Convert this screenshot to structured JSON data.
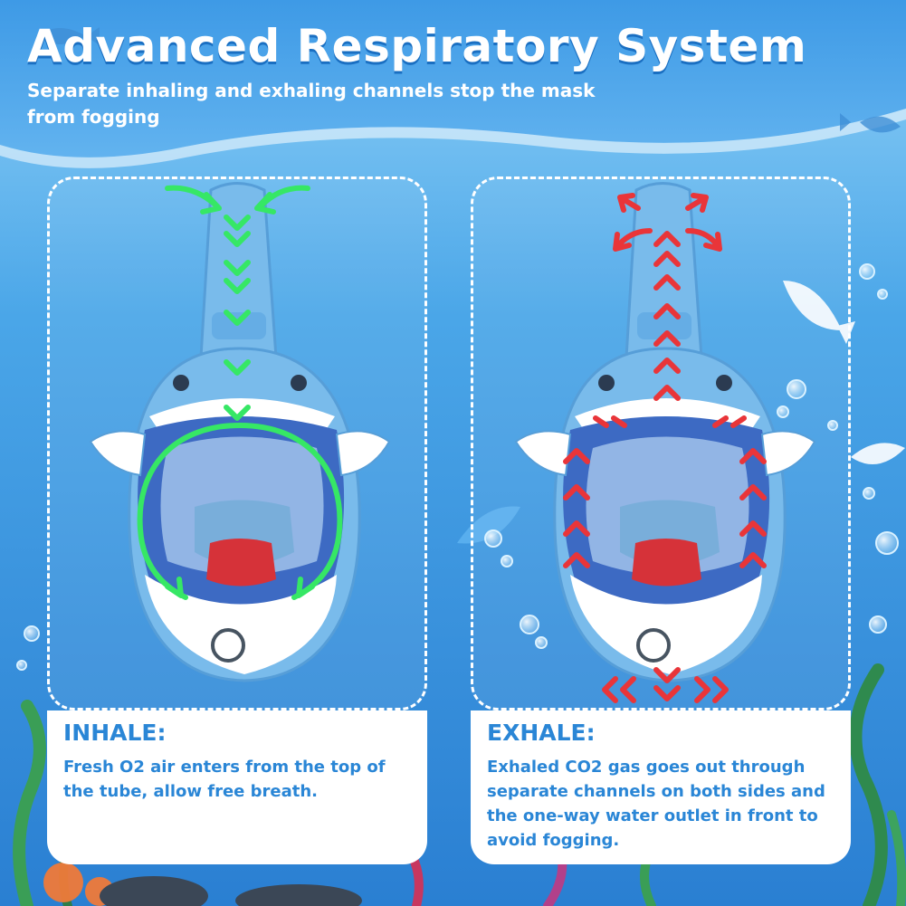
{
  "header": {
    "title": "Advanced Respiratory System",
    "subtitle": "Separate inhaling and exhaling channels stop the mask from fogging"
  },
  "panels": {
    "inhale": {
      "heading": "INHALE:",
      "text": "Fresh O2 air enters from the top of the tube, allow free breath."
    },
    "exhale": {
      "heading": "EXHALE:",
      "text": "Exhaled CO2 gas goes out through separate channels on both sides and the one-way water outlet in front to avoid fogging."
    }
  },
  "colors": {
    "ocean_top": "#7fc7f4",
    "ocean_bottom": "#2c86d8",
    "mask_blue": "#6fb6ea",
    "inhale_arrow": "#27e65a",
    "exhale_arrow": "#e8262b",
    "text_blue": "#2a86d6"
  },
  "icons": [
    "shark-mask-icon",
    "fish-icon",
    "seaweed-icon",
    "bubble-icon"
  ]
}
